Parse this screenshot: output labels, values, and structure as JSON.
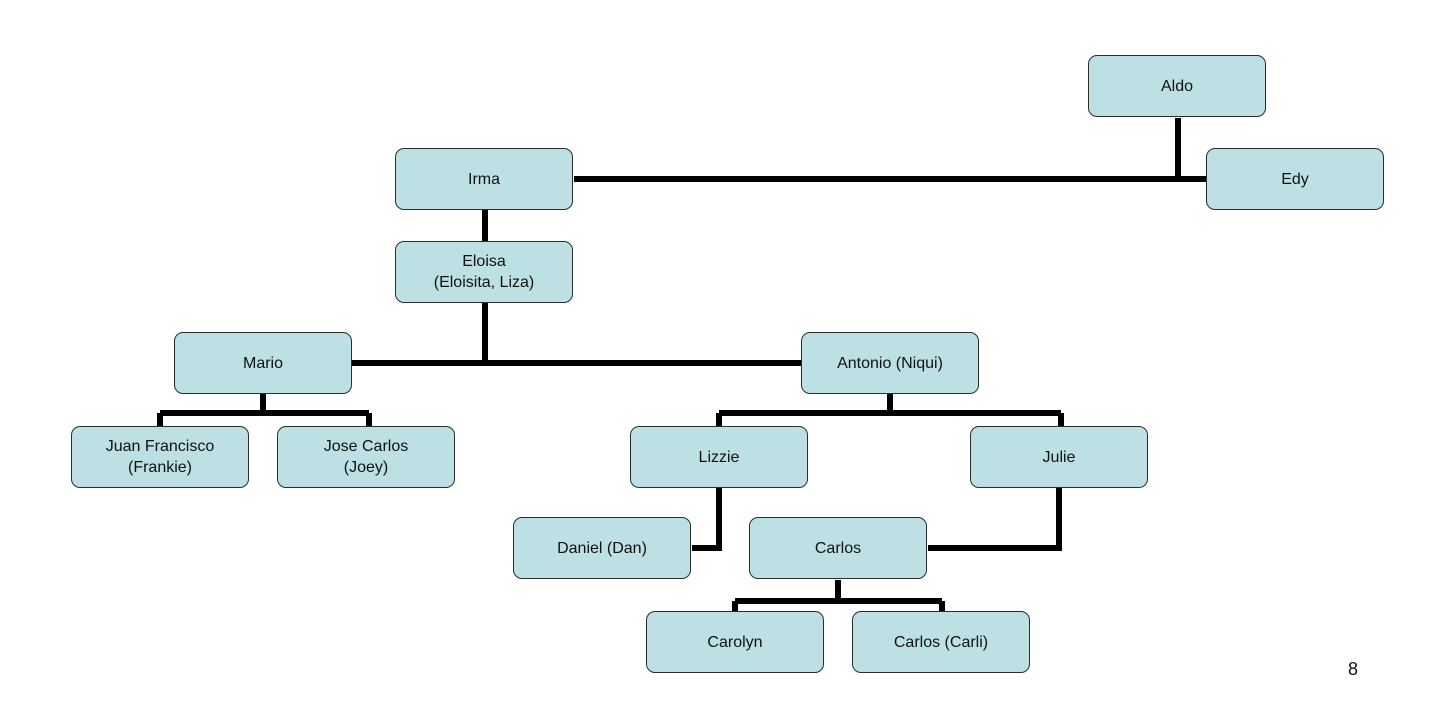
{
  "nodes": {
    "aldo": "Aldo",
    "irma": "Irma",
    "edy": "Edy",
    "eloisa": "Eloisa\n(Eloisita, Liza)",
    "mario": "Mario",
    "antonio": "Antonio (Niqui)",
    "juan_francisco": "Juan Francisco\n(Frankie)",
    "jose_carlos": "Jose Carlos\n(Joey)",
    "lizzie": "Lizzie",
    "julie": "Julie",
    "daniel": "Daniel (Dan)",
    "carlos": "Carlos",
    "carolyn": "Carolyn",
    "carlos_carli": "Carlos (Carli)"
  },
  "colors": {
    "node_fill": "#bce0e4",
    "node_border": "#2c2c2c",
    "connector": "#000000"
  },
  "page_number": "8"
}
